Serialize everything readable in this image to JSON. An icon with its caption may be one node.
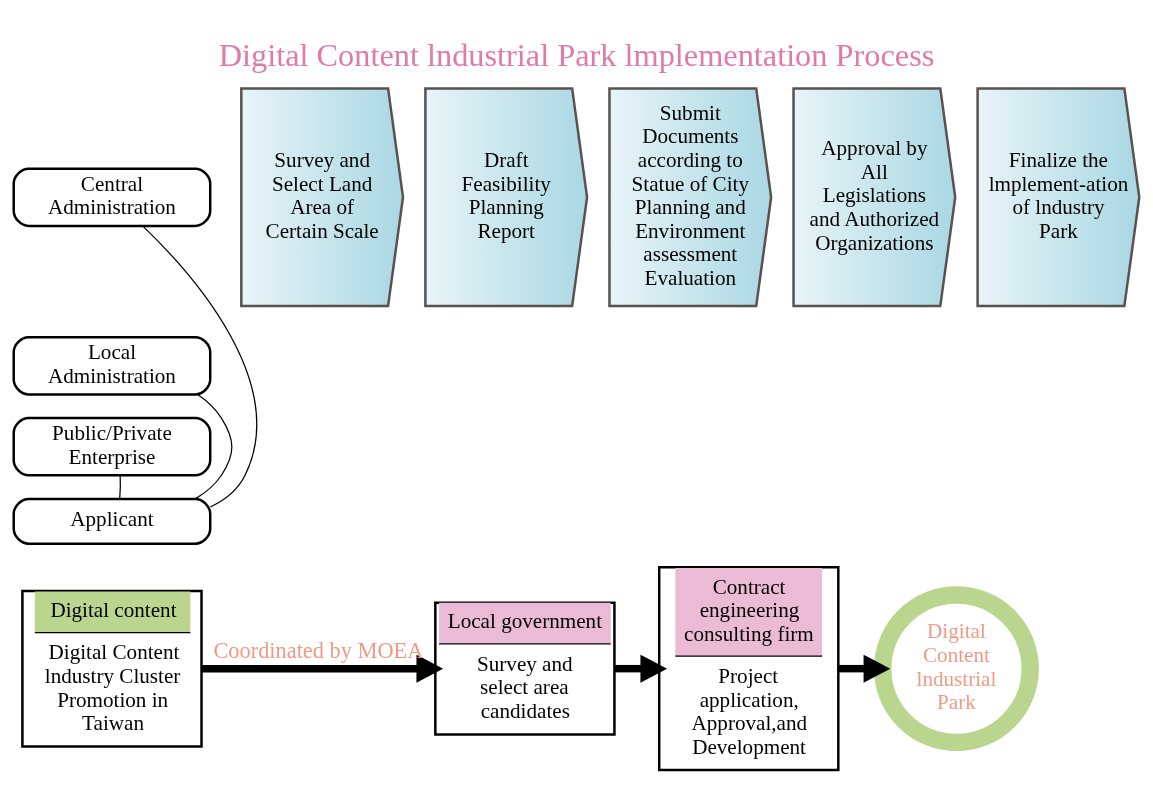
{
  "diagram": {
    "title": "Digital Content lndustrial Park lmplementation Process",
    "nodes": [
      {
        "text": [
          "Central Administration"
        ]
      },
      {
        "text": [
          "Local Administration"
        ]
      },
      {
        "text": [
          "Public/Private Enterprise"
        ]
      },
      {
        "text": [
          "Applicant"
        ]
      },
      {
        "text": [
          "Survey and Select Land Area of Certain Scale"
        ]
      },
      {
        "text": [
          "Draft Feasibility Planning Report"
        ]
      },
      {
        "text": [
          "Submit Documents according to Statue of City Planning and Environment assessment Evaluation"
        ]
      },
      {
        "text": [
          "Approval by All Legislations and Authorized Organizations"
        ]
      },
      {
        "text": [
          "Finalize the lmplement-ation of lndustry Park"
        ]
      },
      {
        "text": [
          "Digital content",
          "Digital Content lndustry Cluster Promotion in Taiwan"
        ]
      },
      {
        "text": [
          "Local government",
          "Survey and select area candidates"
        ]
      },
      {
        "text": [
          "Contract engineering consulting firm",
          "Project application, Approval,and Development"
        ]
      },
      {
        "text": [
          "Digital Content lndustrial Park"
        ]
      }
    ],
    "edges": [
      {
        "from": 0,
        "to": 3,
        "arrow": "none"
      },
      {
        "from": 1,
        "to": 3,
        "arrow": "none"
      },
      {
        "from": 2,
        "to": 3,
        "arrow": "none"
      },
      {
        "from": 9,
        "to": 10,
        "arrow": "to",
        "label": "Coordinated by MOEA",
        "style": "thick"
      },
      {
        "from": 10,
        "to": 11,
        "arrow": "to",
        "style": "thick"
      },
      {
        "from": 11,
        "to": 12,
        "arrow": "to",
        "style": "thick"
      }
    ]
  }
}
